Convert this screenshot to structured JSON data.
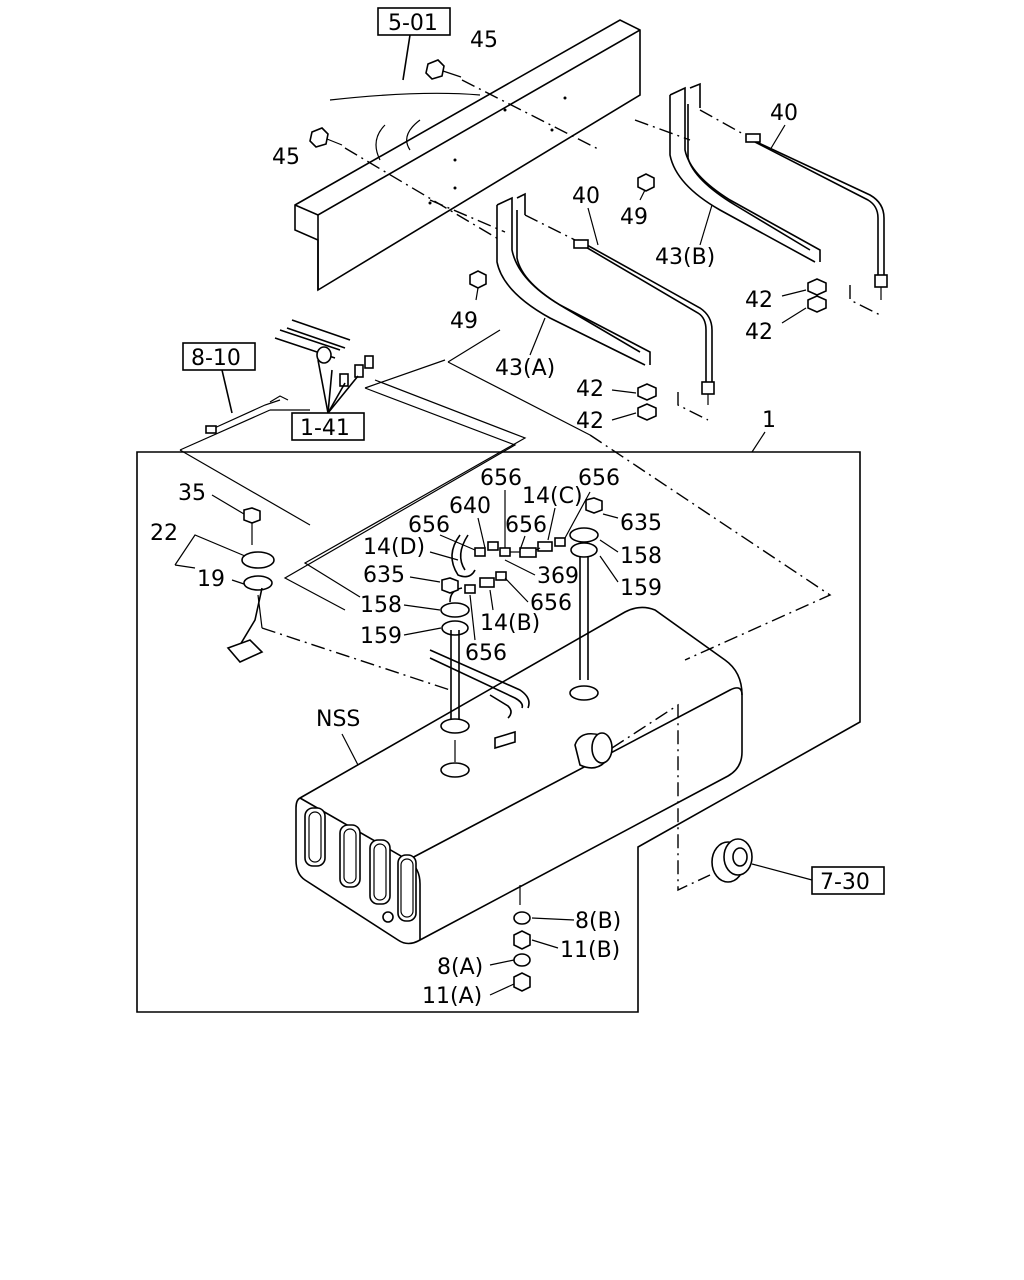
{
  "refs": {
    "r501": "5-01",
    "r810": "8-10",
    "r141": "1-41",
    "r730": "7-30"
  },
  "labels": {
    "p45a": "45",
    "p45b": "45",
    "p40a": "40",
    "p40b": "40",
    "p49a": "49",
    "p49b": "49",
    "p43b": "43(B)",
    "p43a": "43(A)",
    "p42a": "42",
    "p42b": "42",
    "p42c": "42",
    "p42d": "42",
    "p1": "1",
    "p35": "35",
    "p22": "22",
    "p19": "19",
    "p656a": "656",
    "p656b": "656",
    "p656c": "656",
    "p656d": "656",
    "p656e": "656",
    "p656f": "656",
    "p640": "640",
    "p14c": "14(C)",
    "p14d": "14(D)",
    "p14b": "14(B)",
    "p635a": "635",
    "p635b": "635",
    "p369": "369",
    "p158a": "158",
    "p158b": "158",
    "p159a": "159",
    "p159b": "159",
    "nss": "NSS",
    "p8b": "8(B)",
    "p11b": "11(B)",
    "p8a": "8(A)",
    "p11a": "11(A)"
  }
}
